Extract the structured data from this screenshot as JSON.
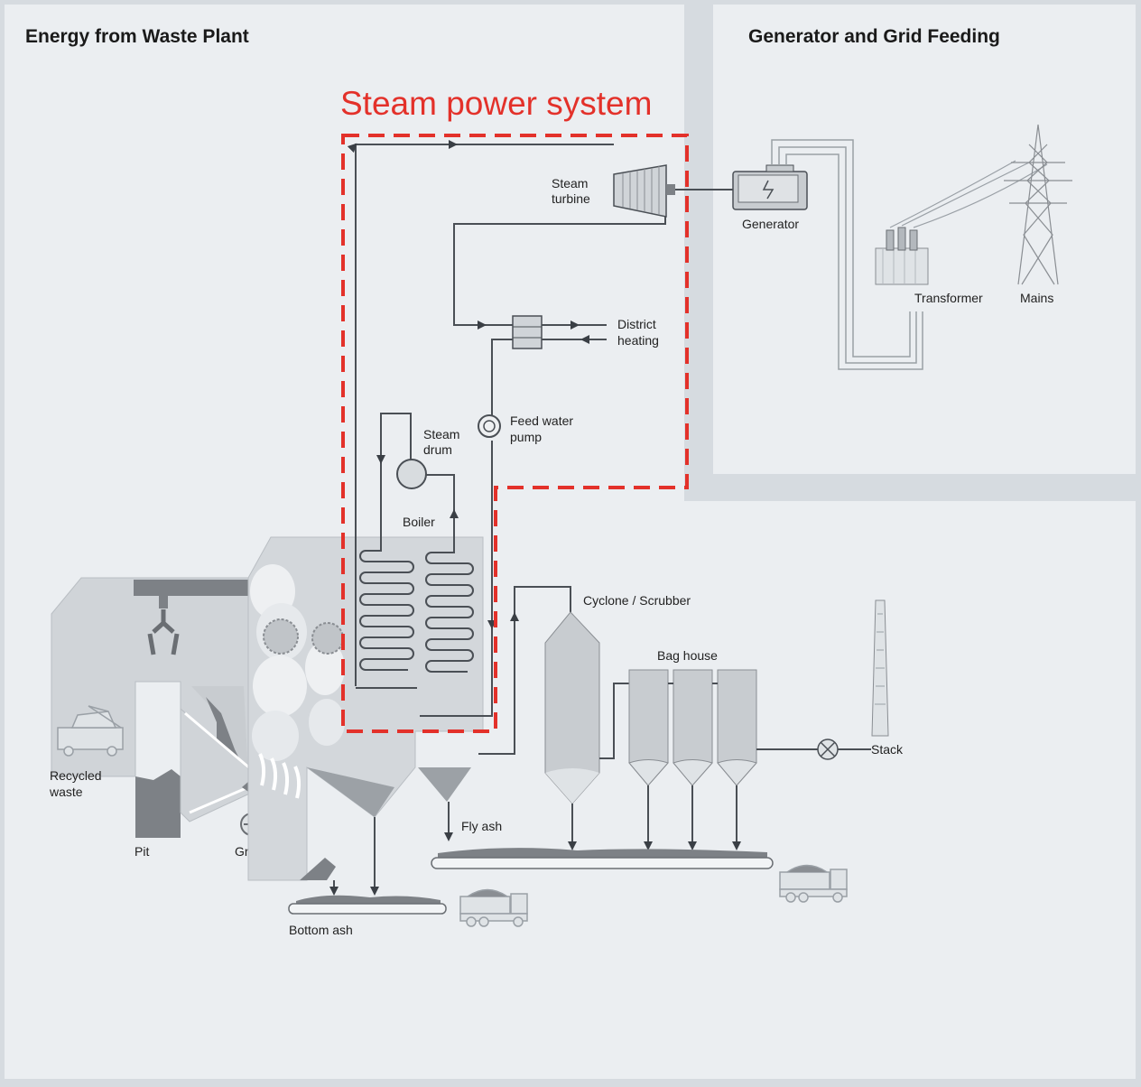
{
  "panels": {
    "plant_title": "Energy from Waste Plant",
    "grid_title": "Generator and Grid Feeding"
  },
  "highlight": {
    "title": "Steam power system",
    "color": "#e3312a"
  },
  "labels": {
    "steam_turbine": [
      "Steam",
      "turbine"
    ],
    "generator": "Generator",
    "transformer": "Transformer",
    "mains": "Mains",
    "district_heating": [
      "District",
      "heating"
    ],
    "feed_water_pump": [
      "Feed water",
      "pump"
    ],
    "steam_drum": [
      "Steam",
      "drum"
    ],
    "boiler": "Boiler",
    "cyclone_scrubber": "Cyclone / Scrubber",
    "bag_house": "Bag house",
    "stack": "Stack",
    "recycled_waste": [
      "Recycled",
      "waste"
    ],
    "pit": "Pit",
    "grate": "Grate",
    "fly_ash": "Fly ash",
    "bottom_ash": "Bottom ash"
  },
  "colors": {
    "panel_bg": "#ebeef1",
    "border_bg": "#d6dbe0",
    "line": "#4a4f55",
    "equipment_fill": "#c8ccd0",
    "dark_fill": "#7d8186"
  }
}
